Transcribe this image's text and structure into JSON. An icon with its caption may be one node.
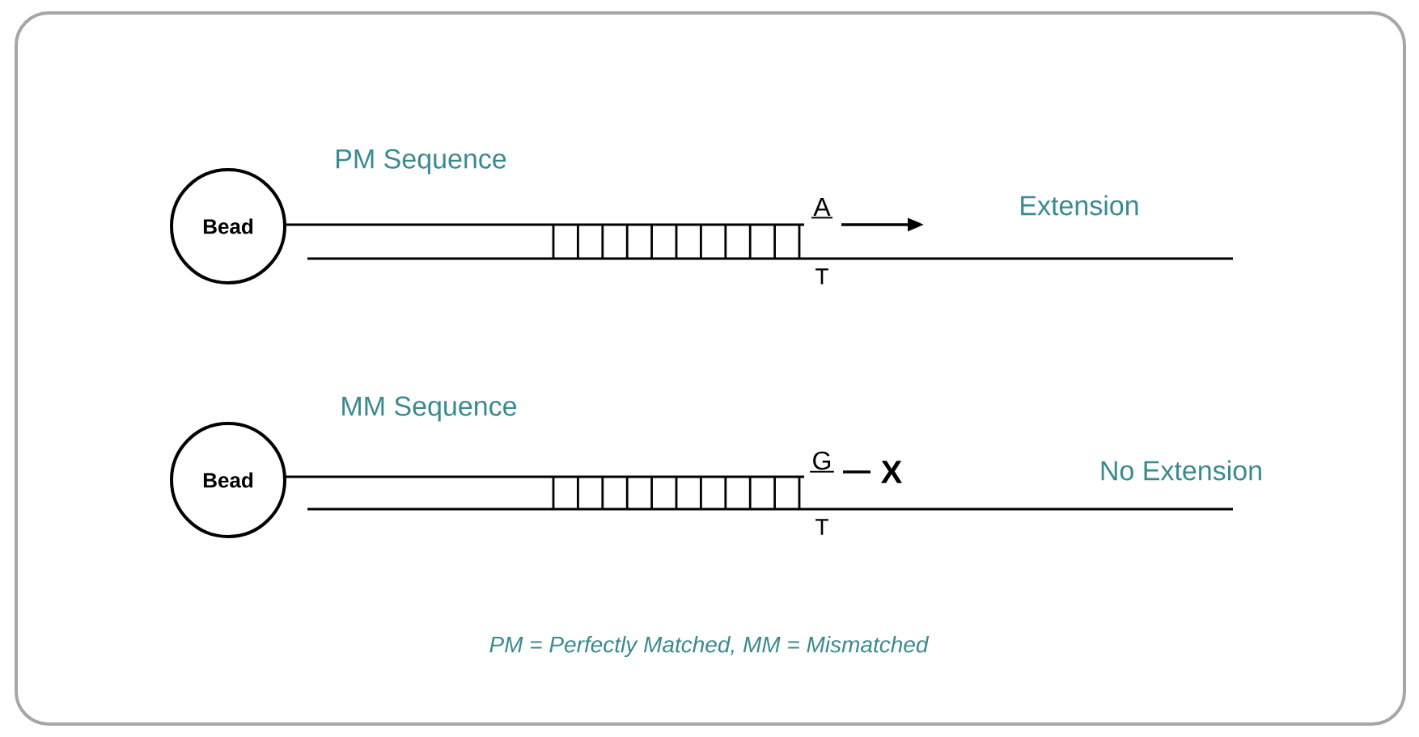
{
  "diagram": {
    "caption": "PM = Perfectly Matched, MM = Mismatched",
    "nodes": [
      {
        "text": [
          "Bead"
        ]
      },
      {
        "text": [
          "Bead"
        ]
      }
    ],
    "labels": [
      "PM Sequence",
      "A",
      "T",
      "Extension",
      "MM Sequence",
      "G",
      "T",
      "X",
      "No Extension"
    ]
  }
}
